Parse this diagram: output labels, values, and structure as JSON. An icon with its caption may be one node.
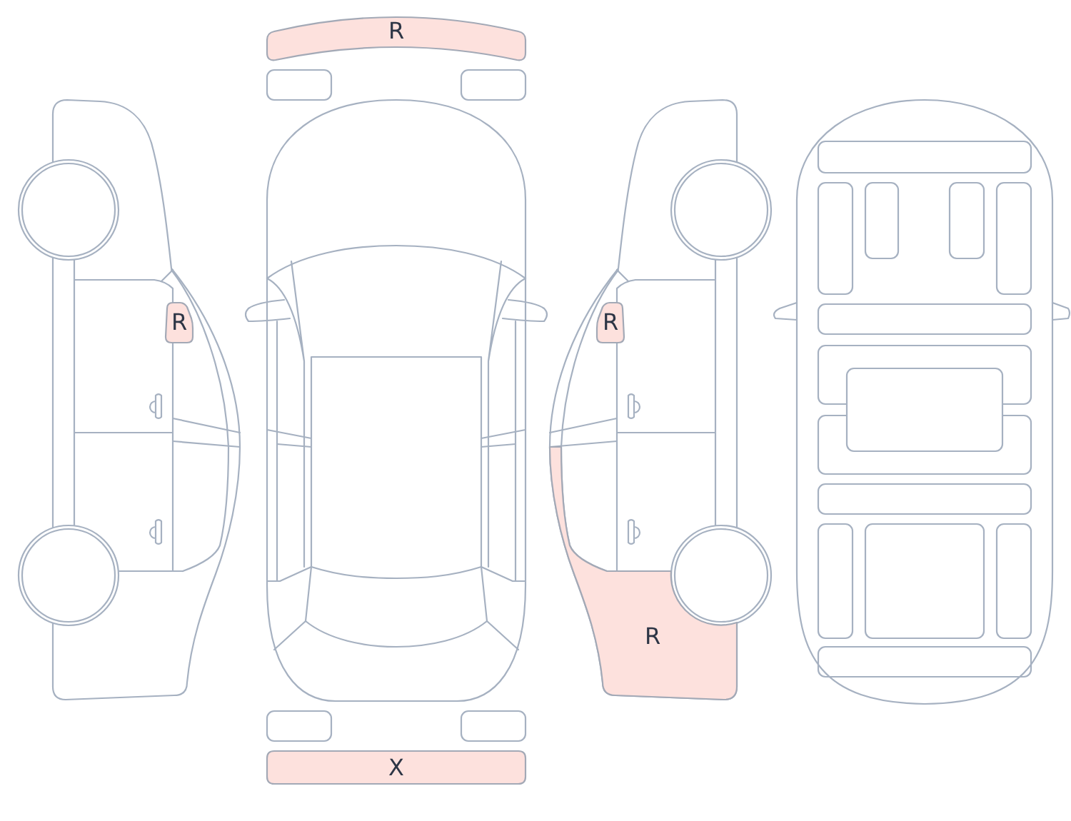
{
  "diagram": {
    "nodes": [
      {
        "text": [
          "R"
        ]
      },
      {
        "text": [
          "R"
        ]
      },
      {
        "text": [
          "R"
        ]
      },
      {
        "text": [
          "R"
        ]
      },
      {
        "text": [
          "X"
        ]
      }
    ]
  }
}
